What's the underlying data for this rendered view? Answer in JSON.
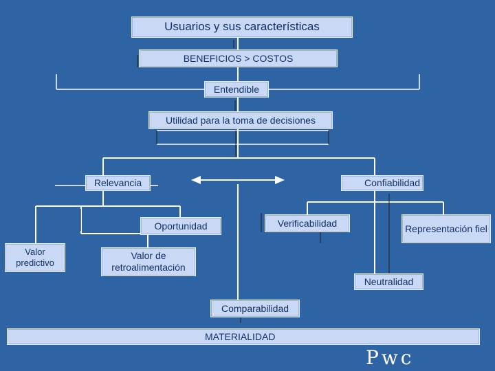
{
  "title": "Usuarios y sus características",
  "nodes": {
    "beneficios": "BENEFICIOS > COSTOS",
    "entendible": "Entendible",
    "utilidad": "Utilidad para la toma de decisiones",
    "relevancia": "Relevancia",
    "confiabilidad": "Confiabilidad",
    "oportunidad": "Oportunidad",
    "verificabilidad": "Verificabilidad",
    "representacion": "Representación fiel",
    "valor_predictivo": "Valor predictivo",
    "valor_retro": "Valor de retroalimentación",
    "neutralidad": "Neutralidad",
    "comparabilidad": "Comparabilidad",
    "materialidad": "MATERIALIDAD"
  },
  "corner_mark": "Pwc",
  "colors": {
    "background": "#2F64A4",
    "box": "#C9D9F5",
    "text": "#12306B",
    "line": "#FFFFFF"
  }
}
